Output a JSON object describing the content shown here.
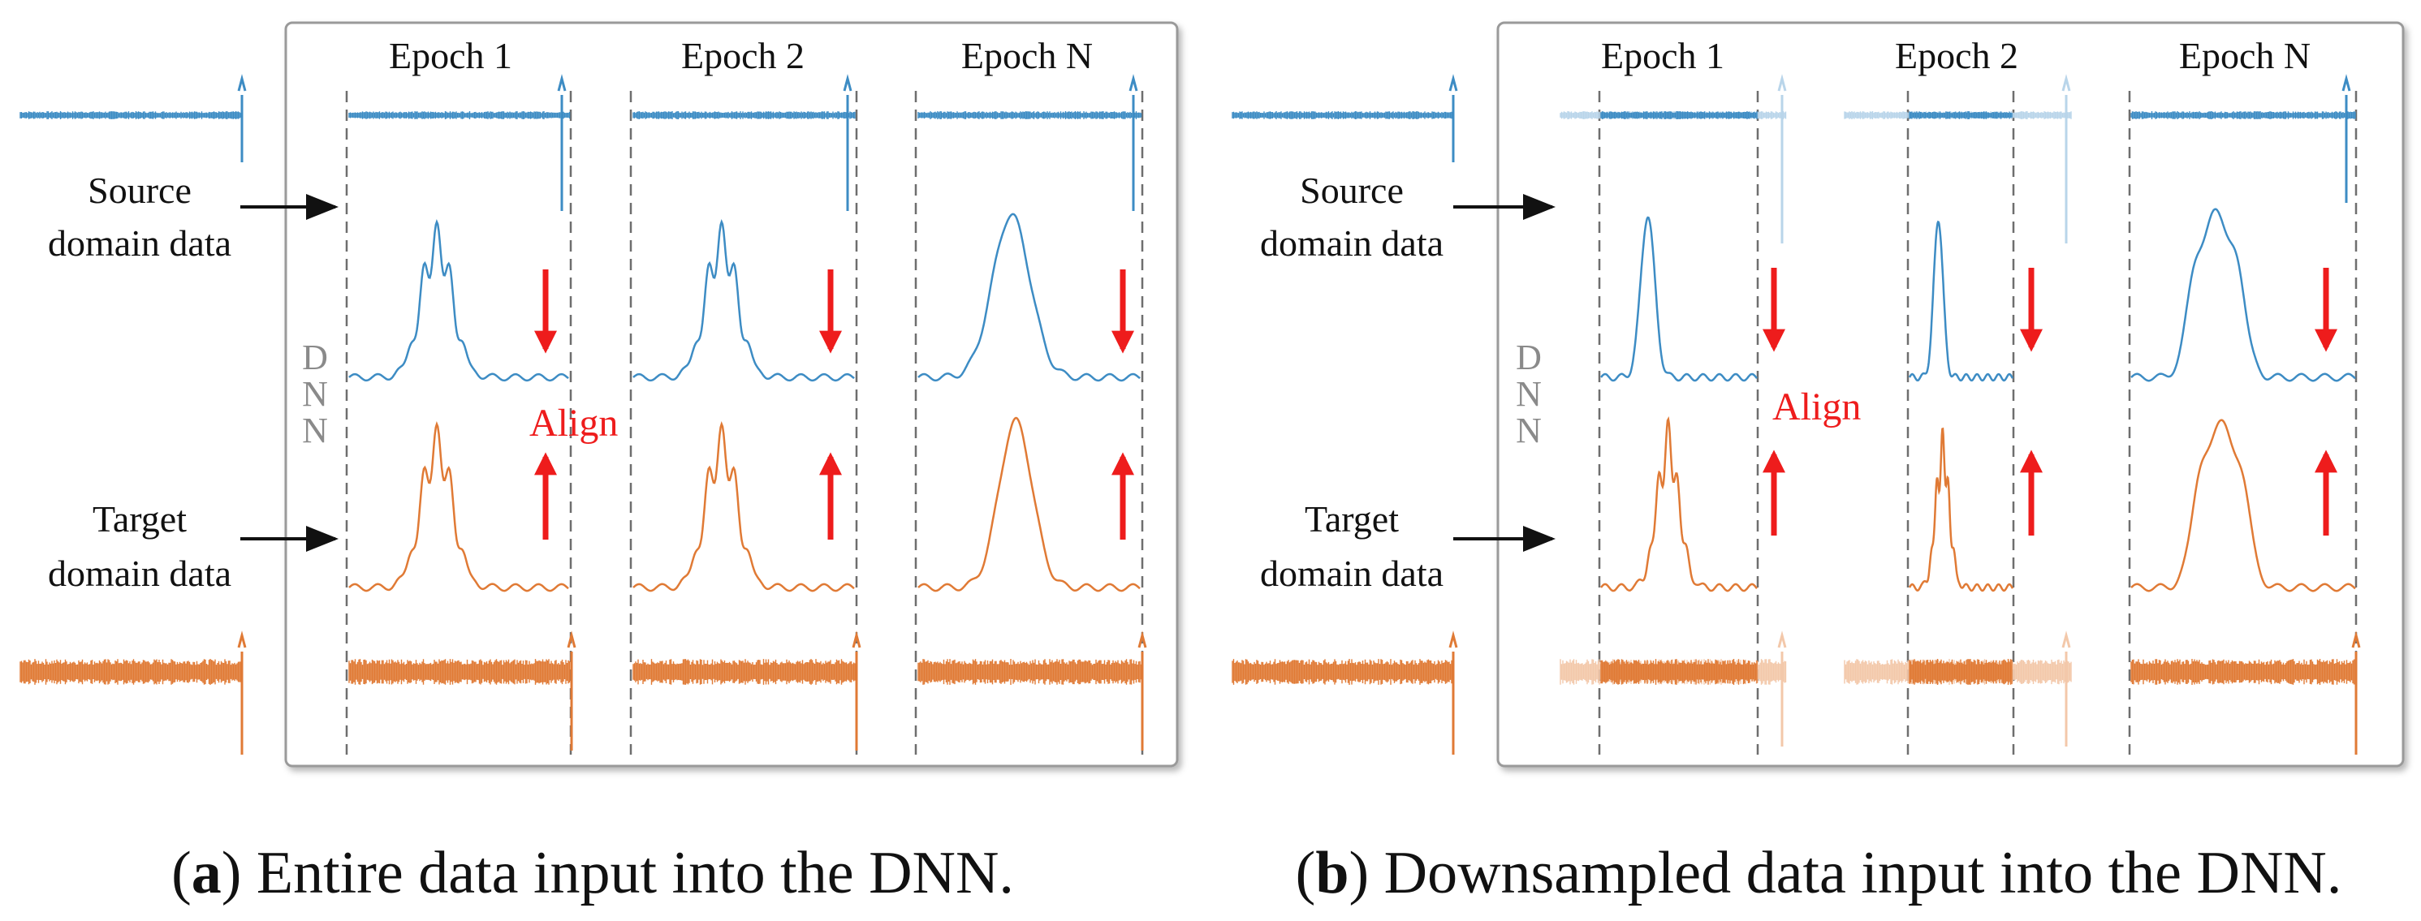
{
  "colors": {
    "source": "#3d8cc4",
    "source_faded": "#b9d5ea",
    "target": "#e07a35",
    "target_faded": "#f3c8aa",
    "arrow": "#ee1c1c",
    "dash": "#6e6e6e",
    "dnn_text": "#8a8a8a",
    "panel_border": "#9a9a9a"
  },
  "panel_a": {
    "epochs": [
      "Epoch 1",
      "Epoch 2",
      "Epoch N"
    ],
    "source_label": [
      "Source",
      "domain data"
    ],
    "target_label": [
      "Target",
      "domain data"
    ],
    "dnn": [
      "D",
      "N",
      "N"
    ],
    "align": "Align",
    "caption_letter": "a",
    "caption_text": " Entire data input into the DNN."
  },
  "panel_b": {
    "epochs": [
      "Epoch 1",
      "Epoch 2",
      "Epoch N"
    ],
    "source_label": [
      "Source",
      "domain data"
    ],
    "target_label": [
      "Target",
      "domain data"
    ],
    "dnn": [
      "D",
      "N",
      "N"
    ],
    "align": "Align",
    "caption_letter": "b",
    "caption_text": " Downsampled data input into the DNN."
  }
}
